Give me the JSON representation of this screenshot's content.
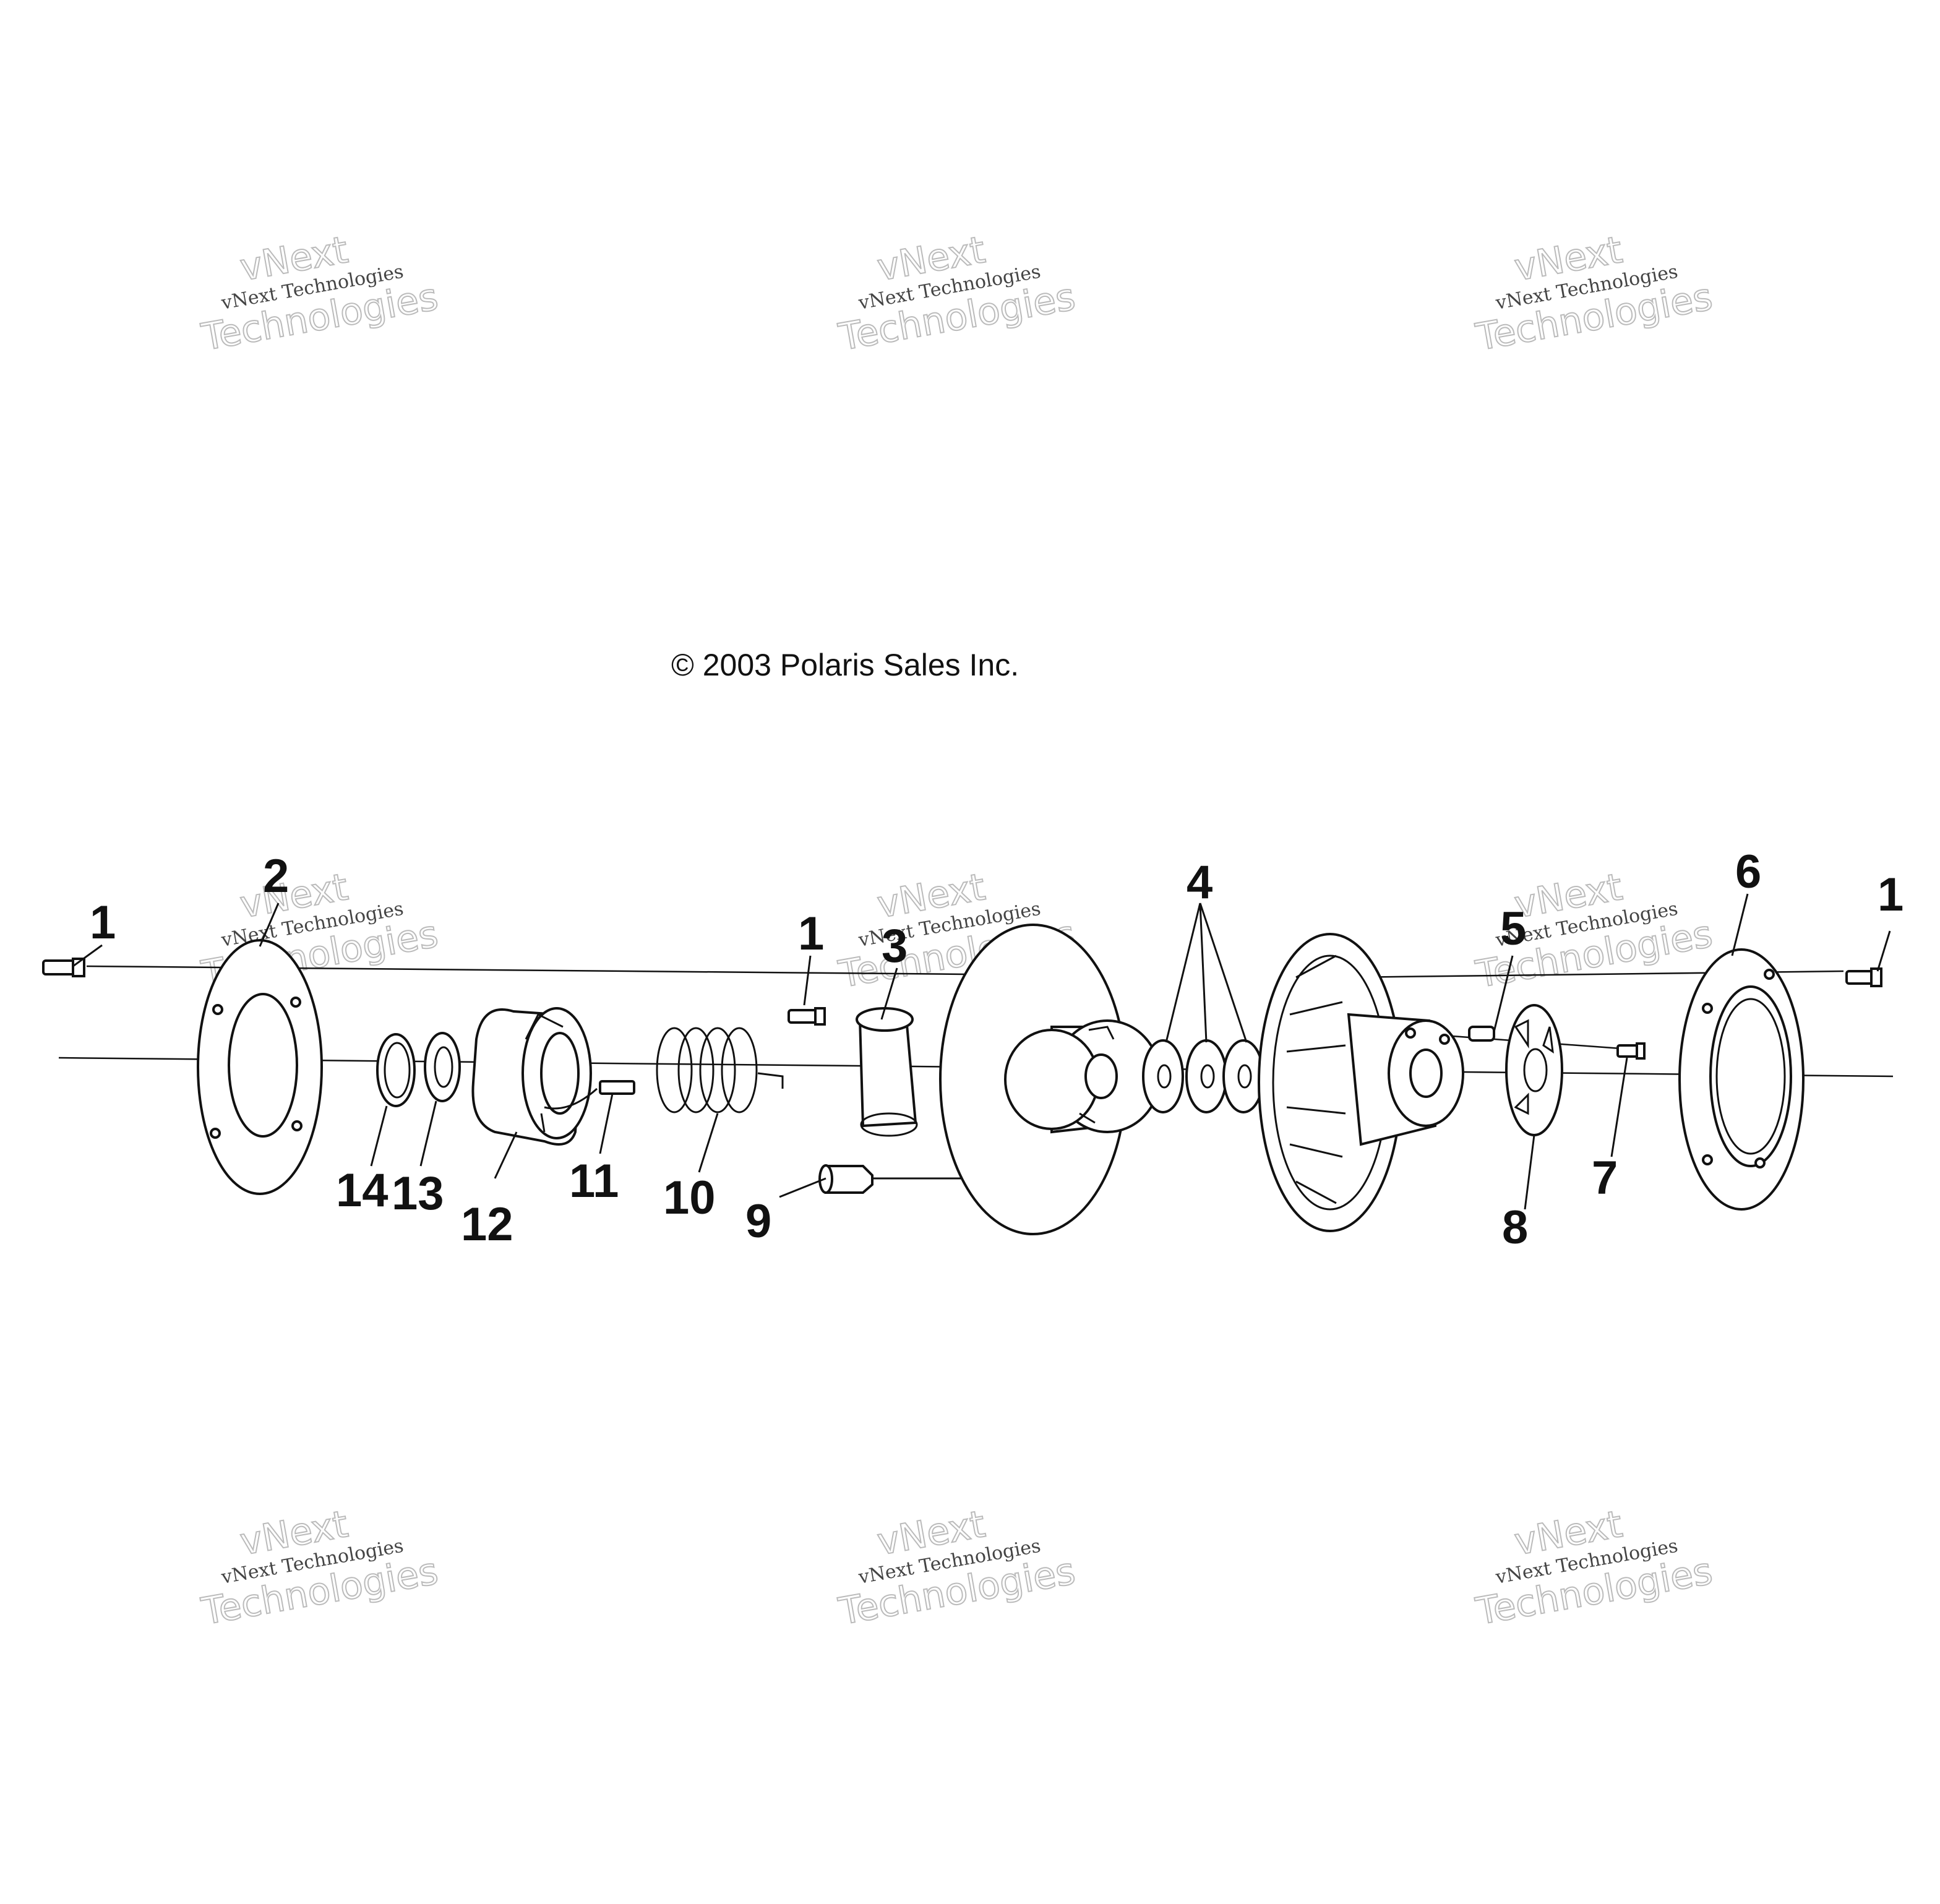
{
  "copyright": "© 2003 Polaris Sales Inc.",
  "watermark": {
    "line1": "vNext Technologies",
    "line2": "vNext",
    "line3": "Technologies"
  },
  "callouts": {
    "c1a": "1",
    "c2": "2",
    "c1b": "1",
    "c3": "3",
    "c4": "4",
    "c5": "5",
    "c6": "6",
    "c1c": "1",
    "c7": "7",
    "c8": "8",
    "c9": "9",
    "c10": "10",
    "c11": "11",
    "c12": "12",
    "c13": "13",
    "c14": "14"
  }
}
